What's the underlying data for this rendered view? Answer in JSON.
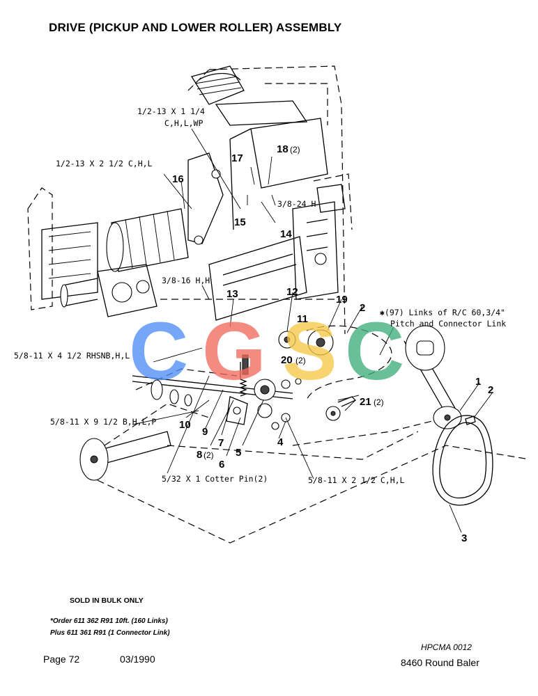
{
  "title": "DRIVE (PICKUP AND LOWER ROLLER) ASSEMBLY",
  "callouts": {
    "bolt_1": "1/2-13 X 1 1/4",
    "bolt_1b": "C,H,L,WP",
    "bolt_2": "1/2-13 X 2 1/2 C,H,L",
    "bolt_3": "3/8-24 H",
    "bolt_4": "3/8-16 H,H",
    "bolt_5": "5/8-11 X 4 1/2 RHSNB,H,L",
    "bolt_6": "5/8-11 X 9 1/2 B,H,L,P",
    "cotter": "5/32 X 1 Cotter Pin(2)",
    "bolt_7": "5/8-11 X 2 1/2 C,H,L",
    "links_1": "✱(97) Links of R/C 60,3/4\"",
    "links_2": "Pitch and Connector Link"
  },
  "parts": {
    "p1": "1",
    "p2": "2",
    "p2b": "2",
    "p3": "3",
    "p4": "4",
    "p5": "5",
    "p6": "6",
    "p7": "7",
    "p8": "8",
    "p8q": "(2)",
    "p9": "9",
    "p10": "10",
    "p11": "11",
    "p12": "12",
    "p13": "13",
    "p14": "14",
    "p15": "15",
    "p16": "16",
    "p17": "17",
    "p18": "18",
    "p18q": "(2)",
    "p19": "19",
    "p20": "20",
    "p20q": "(2)",
    "p21": "21",
    "p21q": "(2)"
  },
  "watermark": {
    "letters": [
      "C",
      "G",
      "S",
      "C"
    ],
    "colors": [
      "#4f8ef7",
      "#f26b5e",
      "#f7c948",
      "#3fae7c"
    ]
  },
  "footer": {
    "bulk": "SOLD IN BULK ONLY",
    "order_line1": "*Order 611 362 R91 10ft. (160 Links)",
    "order_line2": "Plus 611 361 R91 (1 Connector Link)",
    "page": "Page 72",
    "date": "03/1990",
    "code": "HPCMA 0012",
    "model": "8460 Round Baler"
  }
}
